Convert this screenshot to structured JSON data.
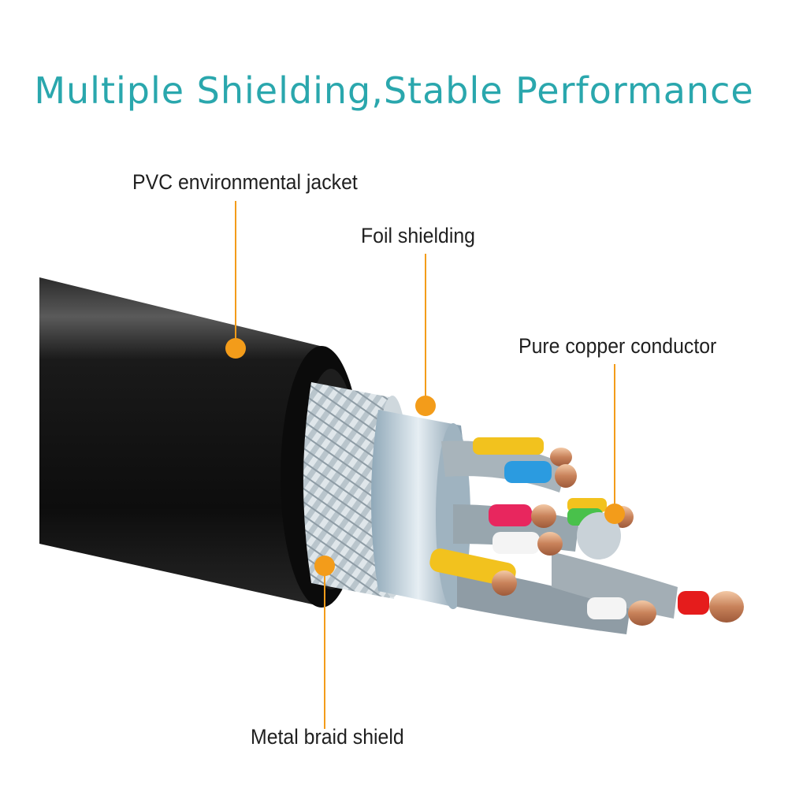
{
  "title": "Multiple Shielding,Stable Performance",
  "colors": {
    "title": "#2aa7ad",
    "callout": "#f39c1a",
    "jacket": "#151515"
  },
  "callouts": {
    "jacket": "PVC environmental jacket",
    "foil": "Foil shielding",
    "conductor": "Pure copper conductor",
    "braid": "Metal braid shield"
  }
}
